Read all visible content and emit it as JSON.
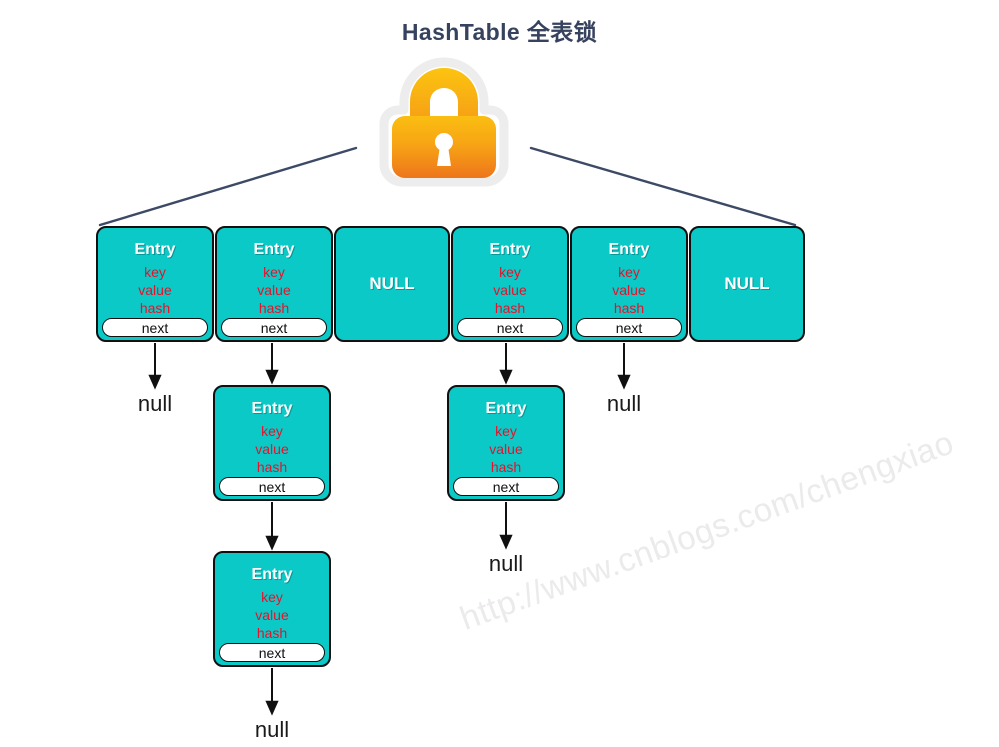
{
  "page": {
    "title": "HashTable 全表锁",
    "background": "#ffffff",
    "title_color": "#36425e",
    "accent_teal": "#0bc9c7",
    "accent_red": "#e4132b",
    "lock_color_top": "#f9b416",
    "lock_color_bottom": "#ef7b1b",
    "connector_color": "#3d4a66"
  },
  "watermark": {
    "text": "http://www.cnblogs.com/chengxiao",
    "color": "#eceaec"
  },
  "lock": {
    "icon": "padlock-icon",
    "label": "lock"
  },
  "labels": {
    "entry": "Entry",
    "key": "key",
    "value": "value",
    "hash": "hash",
    "next": "next",
    "null_cell": "NULL",
    "null_leaf": "null"
  },
  "buckets": [
    {
      "index": 0,
      "type": "entry",
      "title": "Entry",
      "fields": [
        "key",
        "value",
        "hash"
      ],
      "next": "next"
    },
    {
      "index": 1,
      "type": "entry",
      "title": "Entry",
      "fields": [
        "key",
        "value",
        "hash"
      ],
      "next": "next"
    },
    {
      "index": 2,
      "type": "null",
      "title": "NULL"
    },
    {
      "index": 3,
      "type": "entry",
      "title": "Entry",
      "fields": [
        "key",
        "value",
        "hash"
      ],
      "next": "next"
    },
    {
      "index": 4,
      "type": "entry",
      "title": "Entry",
      "fields": [
        "key",
        "value",
        "hash"
      ],
      "next": "next"
    },
    {
      "index": 5,
      "type": "null",
      "title": "NULL"
    }
  ],
  "chains": [
    {
      "bucket_index": 0,
      "nodes": [],
      "terminator": "null"
    },
    {
      "bucket_index": 1,
      "nodes": [
        {
          "title": "Entry",
          "fields": [
            "key",
            "value",
            "hash"
          ],
          "next": "next"
        },
        {
          "title": "Entry",
          "fields": [
            "key",
            "value",
            "hash"
          ],
          "next": "next"
        }
      ],
      "terminator": "null"
    },
    {
      "bucket_index": 3,
      "nodes": [
        {
          "title": "Entry",
          "fields": [
            "key",
            "value",
            "hash"
          ],
          "next": "next"
        }
      ],
      "terminator": "null"
    },
    {
      "bucket_index": 4,
      "nodes": [],
      "terminator": "null"
    }
  ]
}
